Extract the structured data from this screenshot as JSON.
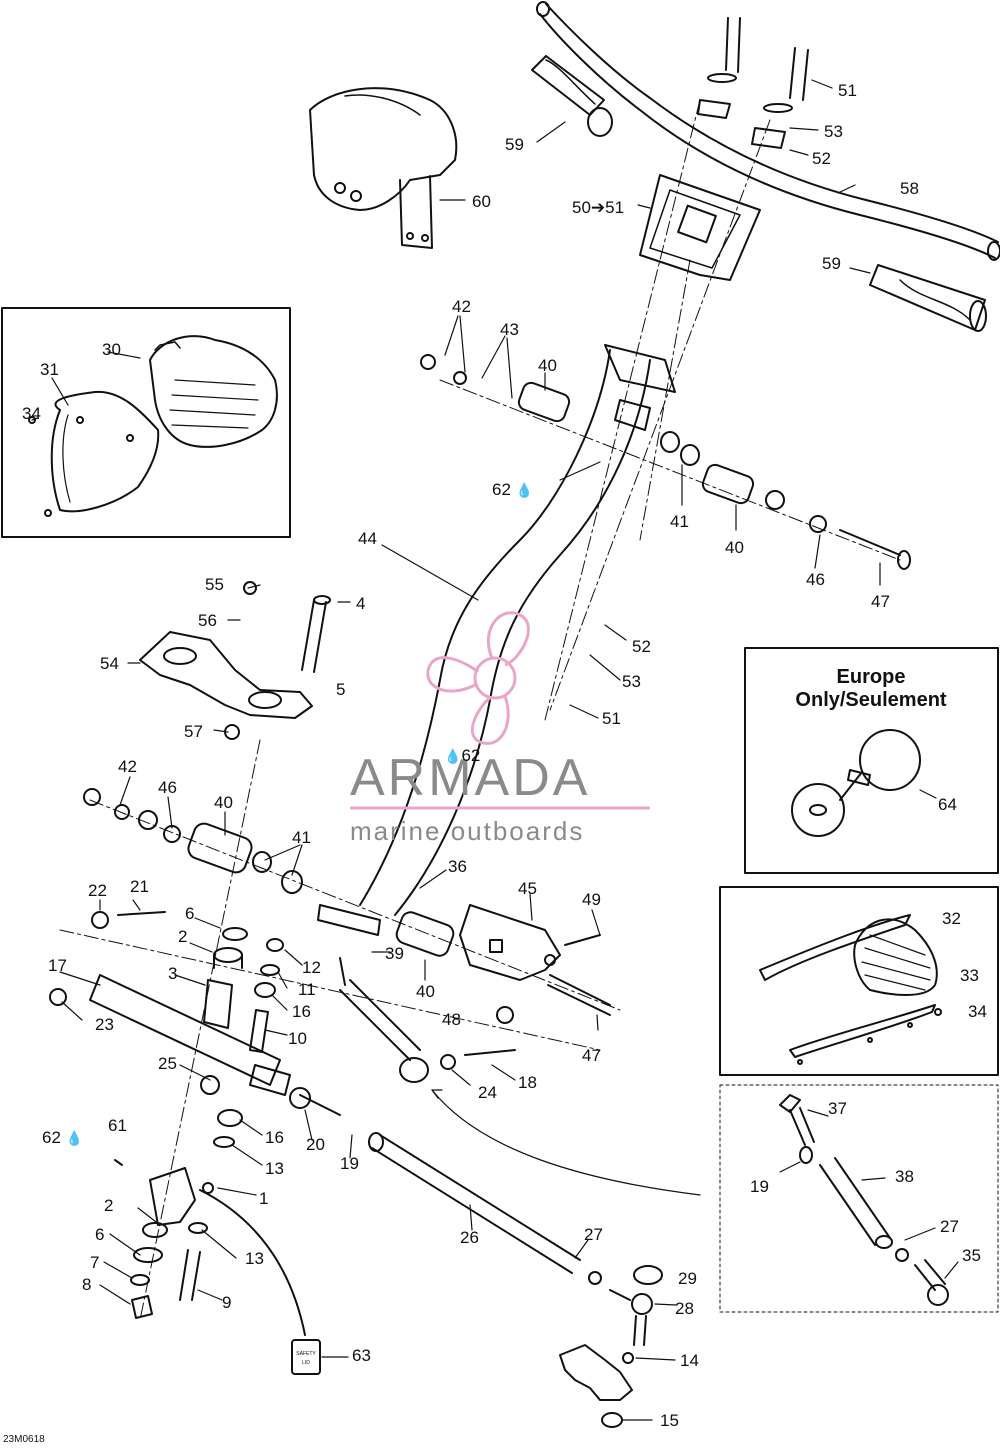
{
  "diagram_code": "23M0618",
  "europe_box": {
    "title_line1": "Europe",
    "title_line2": "Only/Seulement"
  },
  "watermark": {
    "name": "ARMADA",
    "subtitle": "marine outboards",
    "color": "#e9a6c8"
  },
  "lubricant_icon": "oil-drop-icon",
  "labels": {
    "p1": "1",
    "p2a": "2",
    "p2b": "2",
    "p3": "3",
    "p4": "4",
    "p5": "5",
    "p6a": "6",
    "p6b": "6",
    "p7": "7",
    "p8": "8",
    "p9": "9",
    "p10": "10",
    "p11": "11",
    "p12": "12",
    "p13a": "13",
    "p13b": "13",
    "p14": "14",
    "p15": "15",
    "p16a": "16",
    "p16b": "16",
    "p17": "17",
    "p18": "18",
    "p19a": "19",
    "p19b": "19",
    "p20": "20",
    "p21": "21",
    "p22": "22",
    "p23": "23",
    "p24": "24",
    "p25": "25",
    "p26": "26",
    "p27a": "27",
    "p27b": "27",
    "p28": "28",
    "p29": "29",
    "p30": "30",
    "p31": "31",
    "p32": "32",
    "p33": "33",
    "p34a": "34",
    "p34b": "34",
    "p35": "35",
    "p36": "36",
    "p37": "37",
    "p38": "38",
    "p39": "39",
    "p40a": "40",
    "p40b": "40",
    "p40c": "40",
    "p40d": "40",
    "p41a": "41",
    "p41b": "41",
    "p42a": "42",
    "p42b": "42",
    "p43": "43",
    "p44": "44",
    "p45": "45",
    "p46a": "46",
    "p46b": "46",
    "p47a": "47",
    "p47b": "47",
    "p48": "48",
    "p49": "49",
    "p50": "50➔51",
    "p51a": "51",
    "p51b": "51",
    "p52a": "52",
    "p52b": "52",
    "p53a": "53",
    "p53b": "53",
    "p54": "54",
    "p55": "55",
    "p56": "56",
    "p57": "57",
    "p58": "58",
    "p59a": "59",
    "p59b": "59",
    "p60": "60",
    "p61": "61",
    "p62a": "62",
    "p62b": "62",
    "p62c": "62",
    "p63": "63",
    "p64": "64"
  }
}
